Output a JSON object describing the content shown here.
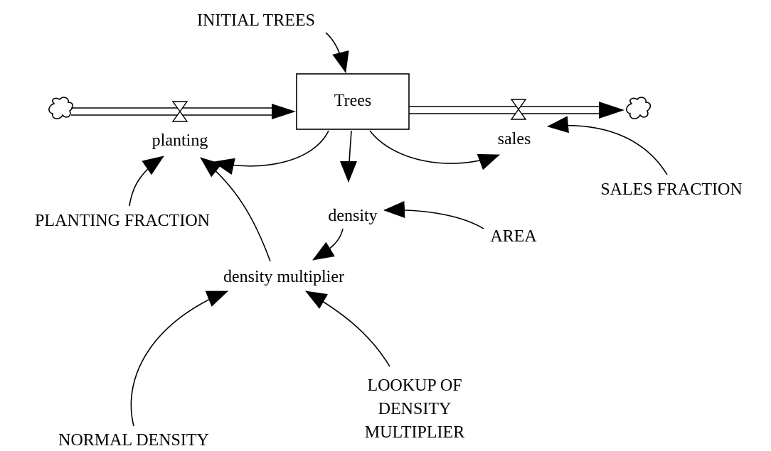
{
  "diagram": {
    "stock": {
      "trees": "Trees"
    },
    "flows": {
      "planting": "planting",
      "sales": "sales"
    },
    "auxiliaries": {
      "density": "density",
      "density_multiplier": "density multiplier"
    },
    "constants": {
      "initial_trees": "INITIAL TREES",
      "planting_fraction": "PLANTING FRACTION",
      "sales_fraction": "SALES FRACTION",
      "area": "AREA",
      "normal_density": "NORMAL DENSITY",
      "lookup_line1": "LOOKUP OF",
      "lookup_line2": "DENSITY",
      "lookup_line3": "MULTIPLIER"
    }
  }
}
